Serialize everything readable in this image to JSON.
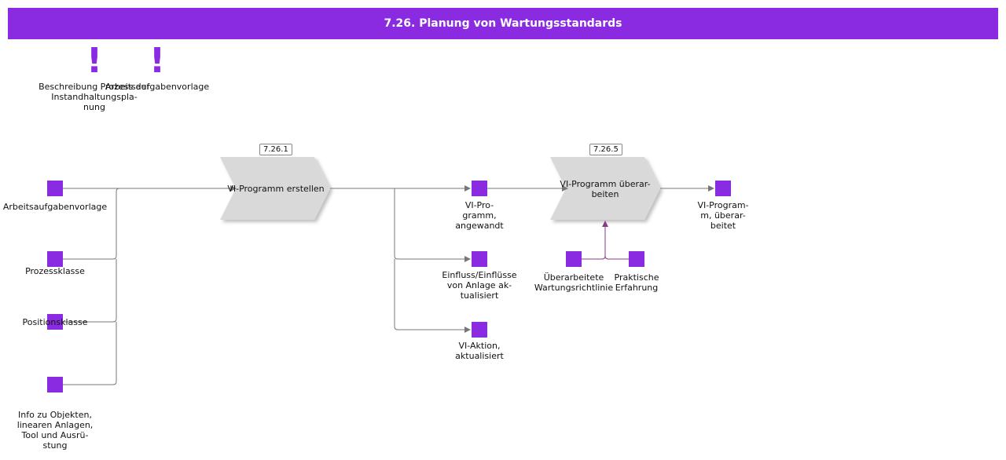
{
  "title": "7.26. Planung von Wartungsstandards",
  "colors": {
    "accent": "#8a2be2",
    "process_fill": "#d9d9d9",
    "connector": "#777777",
    "connector_accent": "#8a3a8a"
  },
  "notes": [
    {
      "icon": "exclamation-icon",
      "label": "Beschreibung Prozess der Instandhaltungspla-\nnung"
    },
    {
      "icon": "exclamation-icon",
      "label": "Arbeitsaufgabenvorlage"
    }
  ],
  "inputs": [
    {
      "label": "Arbeitsaufgabenvorlage"
    },
    {
      "label": "Prozessklasse"
    },
    {
      "label": "Positionsklasse"
    },
    {
      "label": "Info zu Objekten,\nlinearen Anlagen,\nTool und Ausrü-\nstung"
    }
  ],
  "processes": [
    {
      "id": "7.26.1",
      "label": "VI-Programm erstellen"
    },
    {
      "id": "7.26.5",
      "label": "VI-Programm überar-\nbeiten"
    }
  ],
  "outputs": [
    {
      "label": "VI-Pro-\ngramm,\nangewandt"
    },
    {
      "label": "Einfluss/Einflüsse\nvon Anlage ak-\ntualisiert"
    },
    {
      "label": "VI-Aktion,\naktualisiert"
    }
  ],
  "revision_inputs": [
    {
      "label": "Überarbeitete\nWartungsrichtlinie"
    },
    {
      "label": "Praktische\nErfahrung"
    }
  ],
  "final_output": {
    "label": "VI-Program-\nm, überar-\nbeitet"
  }
}
